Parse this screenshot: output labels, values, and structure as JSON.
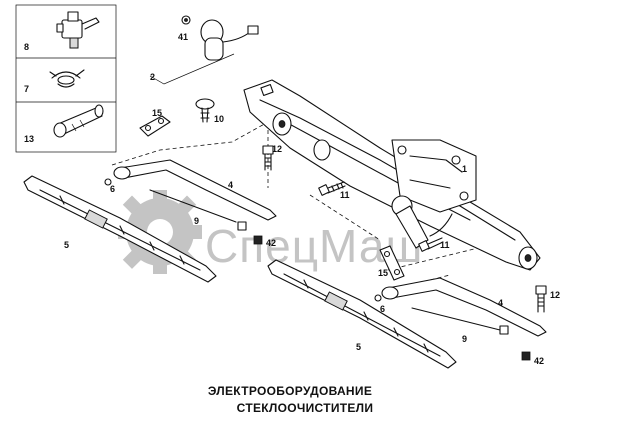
{
  "title": {
    "line1": "ЭЛЕКТРООБОРУДОВАНИЕ",
    "line2": "СТЕКЛООЧИСТИТЕЛИ"
  },
  "watermark": {
    "text": "СпецМаш",
    "color": "#c4c4c4"
  },
  "callouts": {
    "c1": "1",
    "c2": "2",
    "c4a": "4",
    "c4b": "4",
    "c5a": "5",
    "c5b": "5",
    "c6a": "6",
    "c6b": "6",
    "c7": "7",
    "c8": "8",
    "c9a": "9",
    "c9b": "9",
    "c10": "10",
    "c11a": "11",
    "c11b": "11",
    "c12a": "12",
    "c12b": "12",
    "c13": "13",
    "c15a": "15",
    "c15b": "15",
    "c41": "41",
    "c42a": "42",
    "c42b": "42"
  }
}
